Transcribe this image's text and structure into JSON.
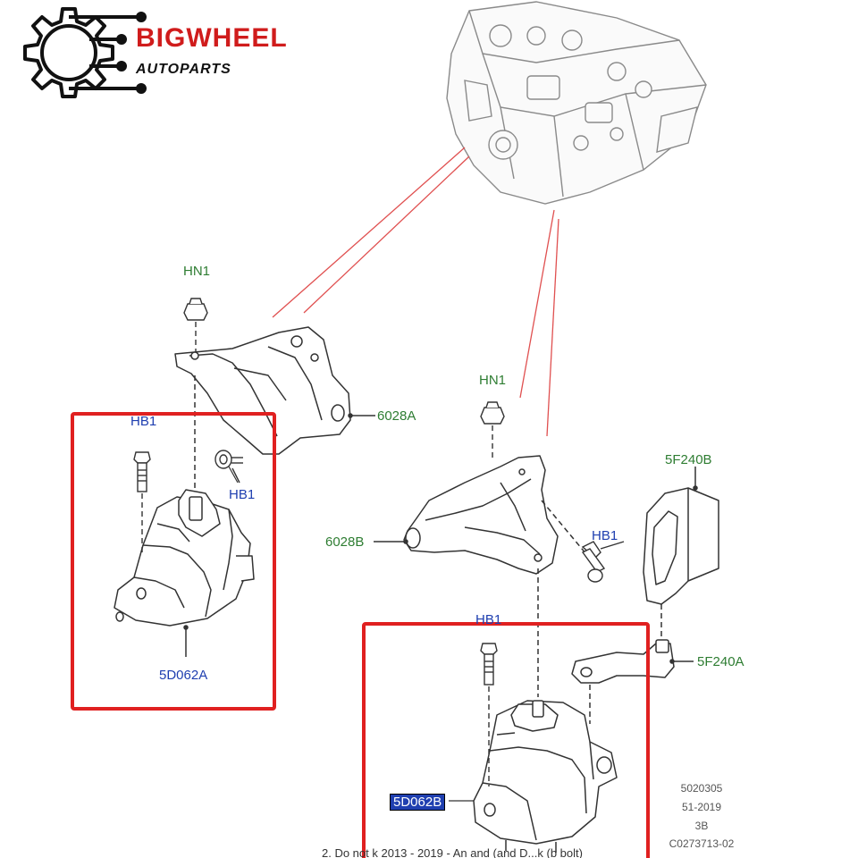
{
  "brand": {
    "name": "BIGWHEEL",
    "subtitle": "AUTOPARTS",
    "accent_color": "#d01c1c"
  },
  "callouts": {
    "hn1_left": "HN1",
    "hb1_left_bolt": "HB1",
    "hb1_left_washer": "HB1",
    "part_6028a": "6028A",
    "part_5d062a": "5D062A",
    "hn1_right": "HN1",
    "part_6028b": "6028B",
    "hb1_right_bracket": "HB1",
    "part_5f240b": "5F240B",
    "hb1_right_mount": "HB1",
    "part_5f240a": "5F240A",
    "part_5d062b": "5D062B"
  },
  "label_colors": {
    "nut_and_bracket": "#2e7d32",
    "bolt_and_mount": "#1f3fb0",
    "highlight_box": "#e02020",
    "leader_lines": "#e05050"
  },
  "drawing_codes": [
    "5020305",
    "51-2019",
    "3B",
    "C0273713-02"
  ],
  "footer_note": "2. Do not k 2013 - 2019 - An and (and D...k (b bolt)"
}
